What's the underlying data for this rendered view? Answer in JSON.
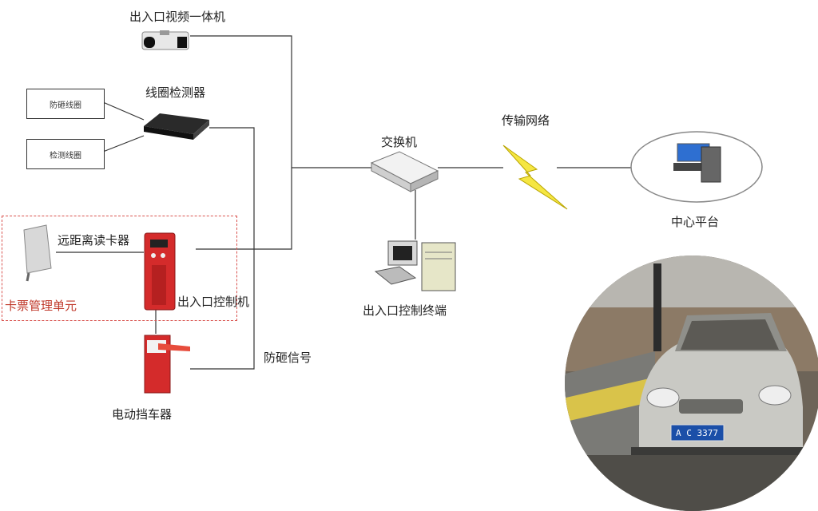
{
  "labels": {
    "camera": "出入口视频一体机",
    "loop_detector": "线圈检测器",
    "anti_smash_loop": "防砸线圈",
    "detect_loop": "检测线圈",
    "long_range_reader": "远距离读卡器",
    "card_ticket_unit": "卡票管理单元",
    "controller": "出入口控制机",
    "barrier": "电动挡车器",
    "anti_smash_signal": "防砸信号",
    "switch": "交换机",
    "network": "传输网络",
    "center": "中心平台",
    "terminal": "出入口控制终端"
  },
  "plate": "A C 3377",
  "colors": {
    "dashed_border": "#d9534f",
    "unit_label": "#c0392b",
    "lightning": "#f5e642"
  }
}
